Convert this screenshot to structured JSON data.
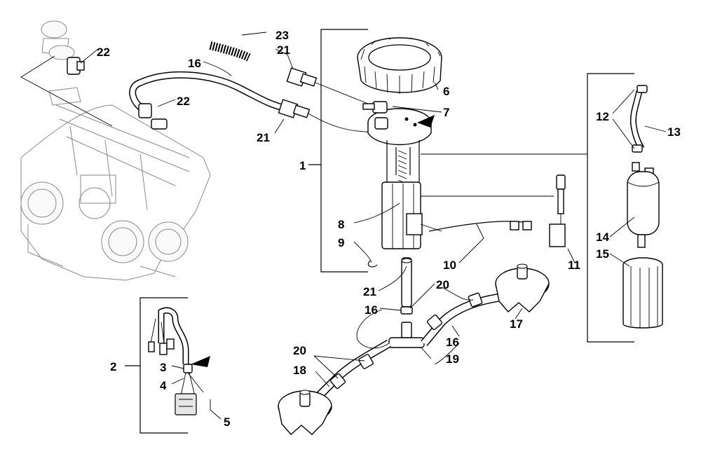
{
  "callouts": {
    "c1": "1",
    "c2": "2",
    "c3": "3",
    "c4": "4",
    "c5": "5",
    "c6": "6",
    "c7": "7",
    "c8": "8",
    "c9": "9",
    "c10": "10",
    "c11": "11",
    "c12": "12",
    "c13": "13",
    "c14": "14",
    "c15": "15",
    "c16a": "16",
    "c16b": "16",
    "c16c": "16",
    "c17": "17",
    "c18": "18",
    "c19": "19",
    "c20a": "20",
    "c20b": "20",
    "c21a": "21",
    "c21b": "21",
    "c21c": "21",
    "c22a": "22",
    "c22b": "22",
    "c23": "23"
  },
  "icons": {
    "front-arrow": "arrow-triangle-icon"
  }
}
